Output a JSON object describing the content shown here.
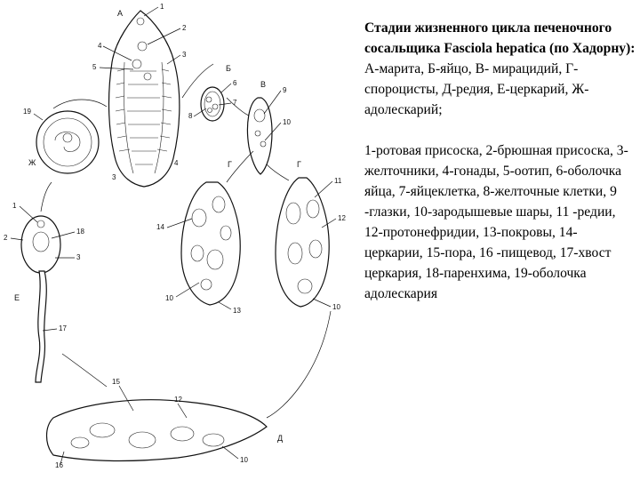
{
  "caption": {
    "title_bold": "Стадии жизненного цикла печеночного сосальщика Fasciola hepatica (по Хадорну):",
    "title_rest": " А-марита, Б-яйцо, В- мирацидий, Г-спороцисты, Д-редия, Е-церкарий, Ж-адолескарий;",
    "legend": "1-ротовая присоска, 2-брюшная присоска, 3-желточники, 4-гонады, 5-оотип, 6-оболочка яйца, 7-яйцеклетка, 8-желточные клетки, 9 -глазки, 10-зародышевые шары, 11 -редии, 12-протонефридии, 13-покровы, 14-церкарии, 15-пора, 16 -пищевод, 17-хвост церкария, 18-паренхима, 19-оболочка адолескария"
  },
  "diagram": {
    "stages": {
      "A": "А",
      "B": "Б",
      "V": "В",
      "G1": "Г",
      "G2": "Г",
      "D": "Д",
      "E": "Е",
      "ZH": "Ж"
    },
    "numbers": {
      "n1a": "1",
      "n2a": "2",
      "n4a": "4",
      "n5a": "5",
      "n3a": "3",
      "n4b": "4",
      "n3b": "3",
      "n6": "6",
      "n7": "7",
      "n8": "8",
      "n9": "9",
      "n10v": "10",
      "n14": "14",
      "n10g": "10",
      "n13": "13",
      "n11": "11",
      "n12g": "12",
      "n10g2": "10",
      "n19": "19",
      "n1e": "1",
      "n2e": "2",
      "n18": "18",
      "n3e": "3",
      "n17": "17",
      "n15": "15",
      "n12d": "12",
      "n16": "16",
      "n10d": "10"
    }
  }
}
